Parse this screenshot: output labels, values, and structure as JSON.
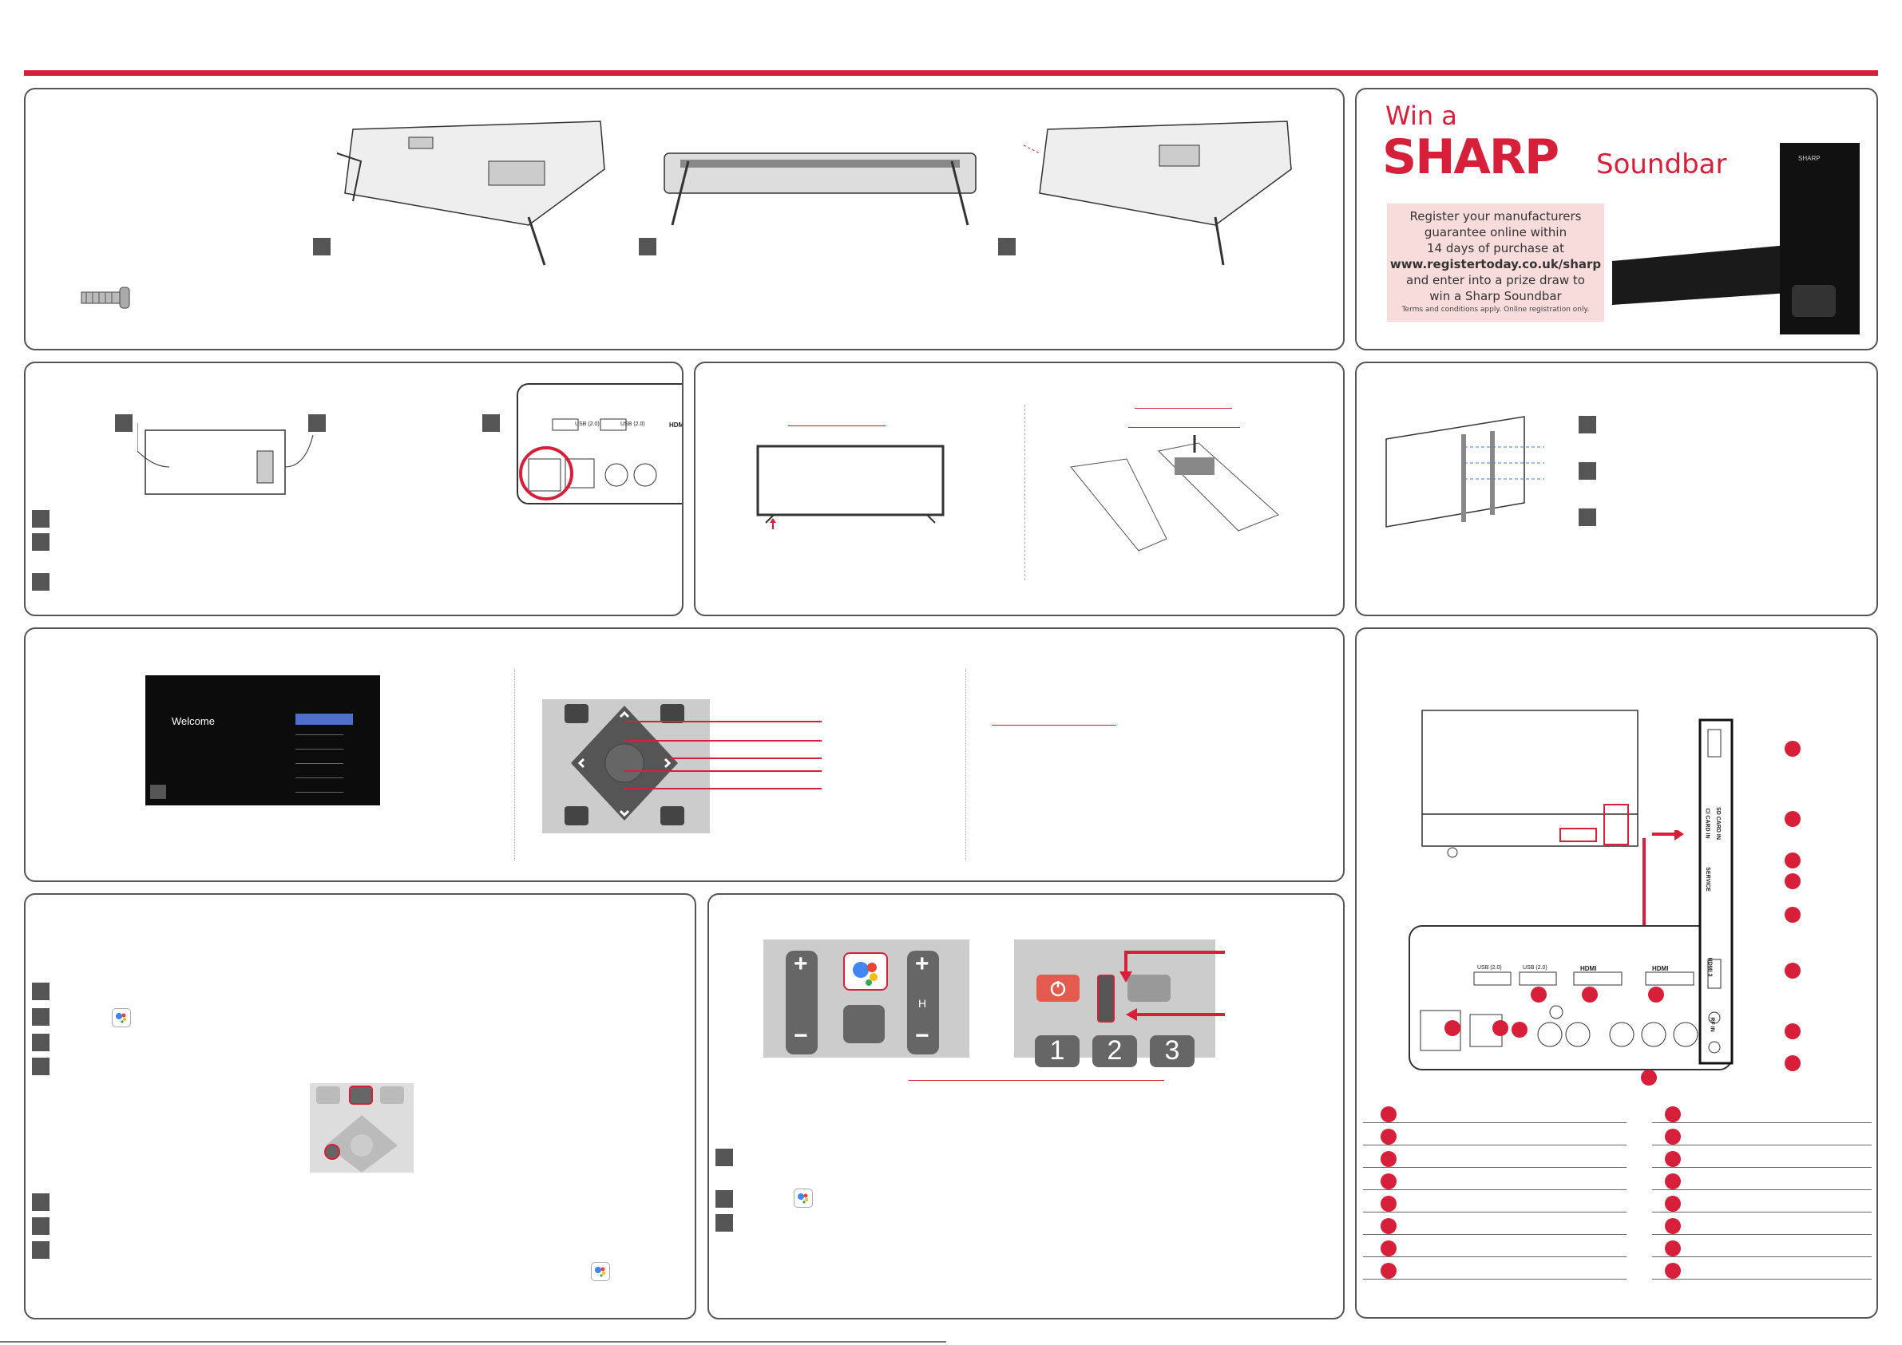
{
  "promo": {
    "win_a": "Win a",
    "brand": "SHARP",
    "product": "Soundbar",
    "box_lines": [
      "Register your manufacturers",
      "guarantee online within",
      "14 days of purchase  at"
    ],
    "url": "www.registertoday.co.uk/sharp",
    "box_lines2": [
      "and enter into a prize draw to",
      "win a Sharp Soundbar"
    ],
    "terms": "Terms and conditions apply. Online registration only.",
    "soundbar_brand": "SHARP"
  },
  "welcome_screen": {
    "title": "Welcome"
  },
  "rear_panel_labels": {
    "usb1": "USB (2.0)",
    "usb2": "USB (2.0)",
    "hdmi1": "HDMI",
    "hdmi2": "HDMI"
  },
  "side_panel_labels": {
    "ci": "CI CARD IN",
    "sd": "SD CARD IN",
    "service": "SERVICE",
    "hdmi3": "HDMI 3",
    "rf": "RF IN"
  },
  "remote": {
    "plus": "+",
    "minus": "−",
    "h_label": "H",
    "digits": [
      "1",
      "2",
      "3"
    ]
  },
  "colors": {
    "accent": "#d71f3a",
    "panel_border": "#555555",
    "promo_box": "#f8dcdc"
  }
}
